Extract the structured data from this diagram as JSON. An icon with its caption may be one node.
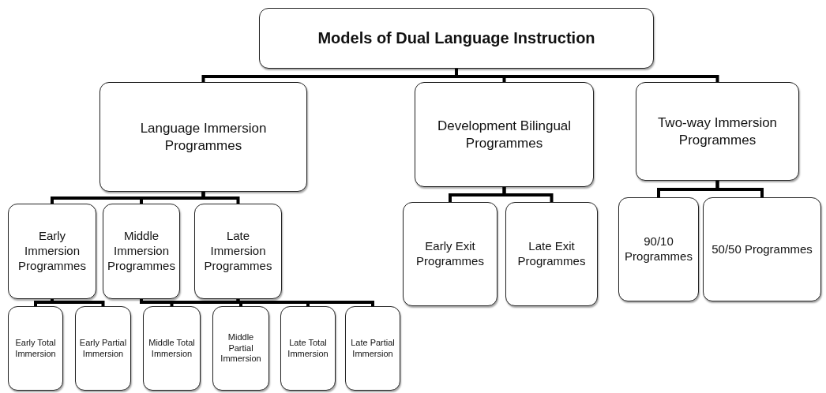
{
  "diagram": {
    "nodes": [
      {
        "text": [
          "Models of Dual Language Instruction"
        ]
      },
      {
        "text": [
          "Language Immersion Programmes"
        ]
      },
      {
        "text": [
          "Development Bilingual Programmes"
        ]
      },
      {
        "text": [
          "Two-way Immersion Programmes"
        ]
      },
      {
        "text": [
          "Early Immersion Programmes"
        ]
      },
      {
        "text": [
          "Middle Immersion Programmes"
        ]
      },
      {
        "text": [
          "Late Immersion Programmes"
        ]
      },
      {
        "text": [
          "Early Exit Programmes"
        ]
      },
      {
        "text": [
          "Late Exit Programmes"
        ]
      },
      {
        "text": [
          "90/10 Programmes"
        ]
      },
      {
        "text": [
          "50/50 Programmes"
        ]
      },
      {
        "text": [
          "Early Total Immersion"
        ]
      },
      {
        "text": [
          "Early Partial Immersion"
        ]
      },
      {
        "text": [
          "Middle Total Immersion"
        ]
      },
      {
        "text": [
          "Middle Partial Immersion"
        ]
      },
      {
        "text": [
          "Late Total Immersion"
        ]
      },
      {
        "text": [
          "Late Partial Immersion"
        ]
      }
    ],
    "edges": [
      {
        "from": 0,
        "to": 1,
        "arrow": "none"
      },
      {
        "from": 0,
        "to": 2,
        "arrow": "none"
      },
      {
        "from": 0,
        "to": 3,
        "arrow": "none"
      },
      {
        "from": 1,
        "to": 4,
        "arrow": "none"
      },
      {
        "from": 1,
        "to": 5,
        "arrow": "none"
      },
      {
        "from": 1,
        "to": 6,
        "arrow": "none"
      },
      {
        "from": 2,
        "to": 7,
        "arrow": "none"
      },
      {
        "from": 2,
        "to": 8,
        "arrow": "none"
      },
      {
        "from": 3,
        "to": 9,
        "arrow": "none"
      },
      {
        "from": 3,
        "to": 10,
        "arrow": "none"
      },
      {
        "from": 4,
        "to": 11,
        "arrow": "none"
      },
      {
        "from": 4,
        "to": 12,
        "arrow": "none"
      },
      {
        "from": 5,
        "to": 13,
        "arrow": "none"
      },
      {
        "from": 5,
        "to": 14,
        "arrow": "none"
      },
      {
        "from": 6,
        "to": 15,
        "arrow": "none"
      },
      {
        "from": 6,
        "to": 16,
        "arrow": "none"
      }
    ]
  }
}
